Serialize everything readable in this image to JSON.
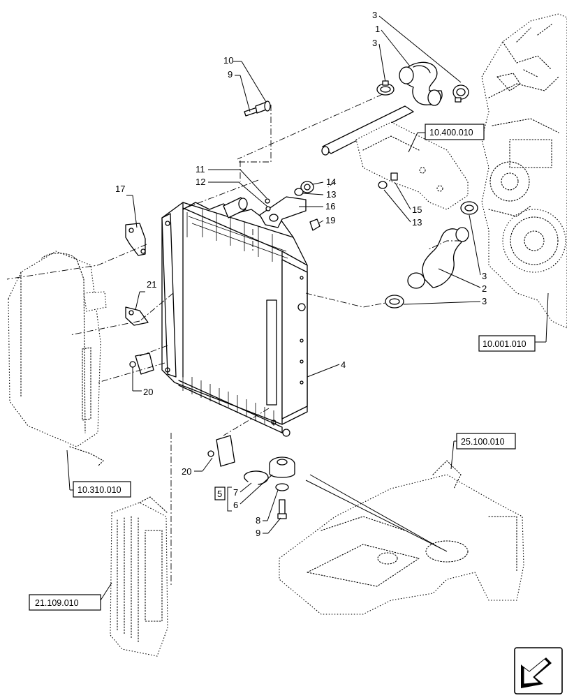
{
  "callouts": {
    "c1": "1",
    "c2": "2",
    "c3a": "3",
    "c3b": "3",
    "c3c": "3",
    "c3d": "3",
    "c4": "4",
    "c5": "5",
    "c6": "6",
    "c7": "7",
    "c8": "8",
    "c9a": "9",
    "c9b": "9",
    "c10": "10",
    "c11": "11",
    "c12": "12",
    "c13a": "13",
    "c13b": "13",
    "c14": "14",
    "c15": "15",
    "c16": "16",
    "c17": "17",
    "c19": "19",
    "c20a": "20",
    "c20b": "20",
    "c21": "21"
  },
  "references": {
    "r10400": "10.400.010",
    "r10001": "10.001.010",
    "r25100": "25.100.010",
    "r10310": "10.310.010",
    "r21109": "21.109.010"
  },
  "icons": {
    "direction": "forward-arrow-icon"
  }
}
